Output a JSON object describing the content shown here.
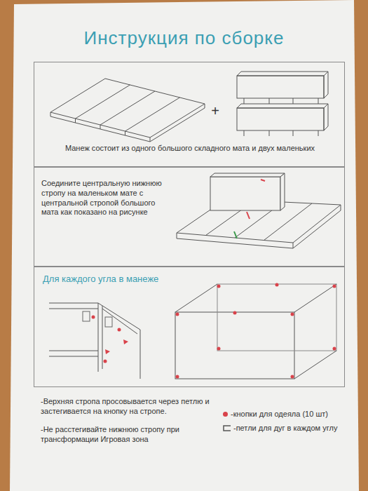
{
  "diagram": {
    "title": "Инструкция по сборке",
    "nodes": [
      {
        "text": [
          "Манеж состоит из одного большого складного мата и двух маленьких"
        ]
      },
      {
        "text": [
          "Соедините центральную нижнюю стропу на маленьком мате с центральной стропой большого мата как показано на рисунке"
        ]
      },
      {
        "text": [
          "Для каждого угла в манеже"
        ]
      }
    ],
    "labels": [
      "+",
      "-Верхняя стропа просовывается через петлю и застегивается на кнопку на стропе.",
      "-Не расстегивайте нижнюю стропу при трансформации Игровая зона"
    ],
    "legend": [
      {
        "text": "-кнопки для одеяла (10 шт)",
        "color": "#d9434b"
      },
      {
        "text": "-петли для дуг в каждом углу"
      }
    ]
  }
}
